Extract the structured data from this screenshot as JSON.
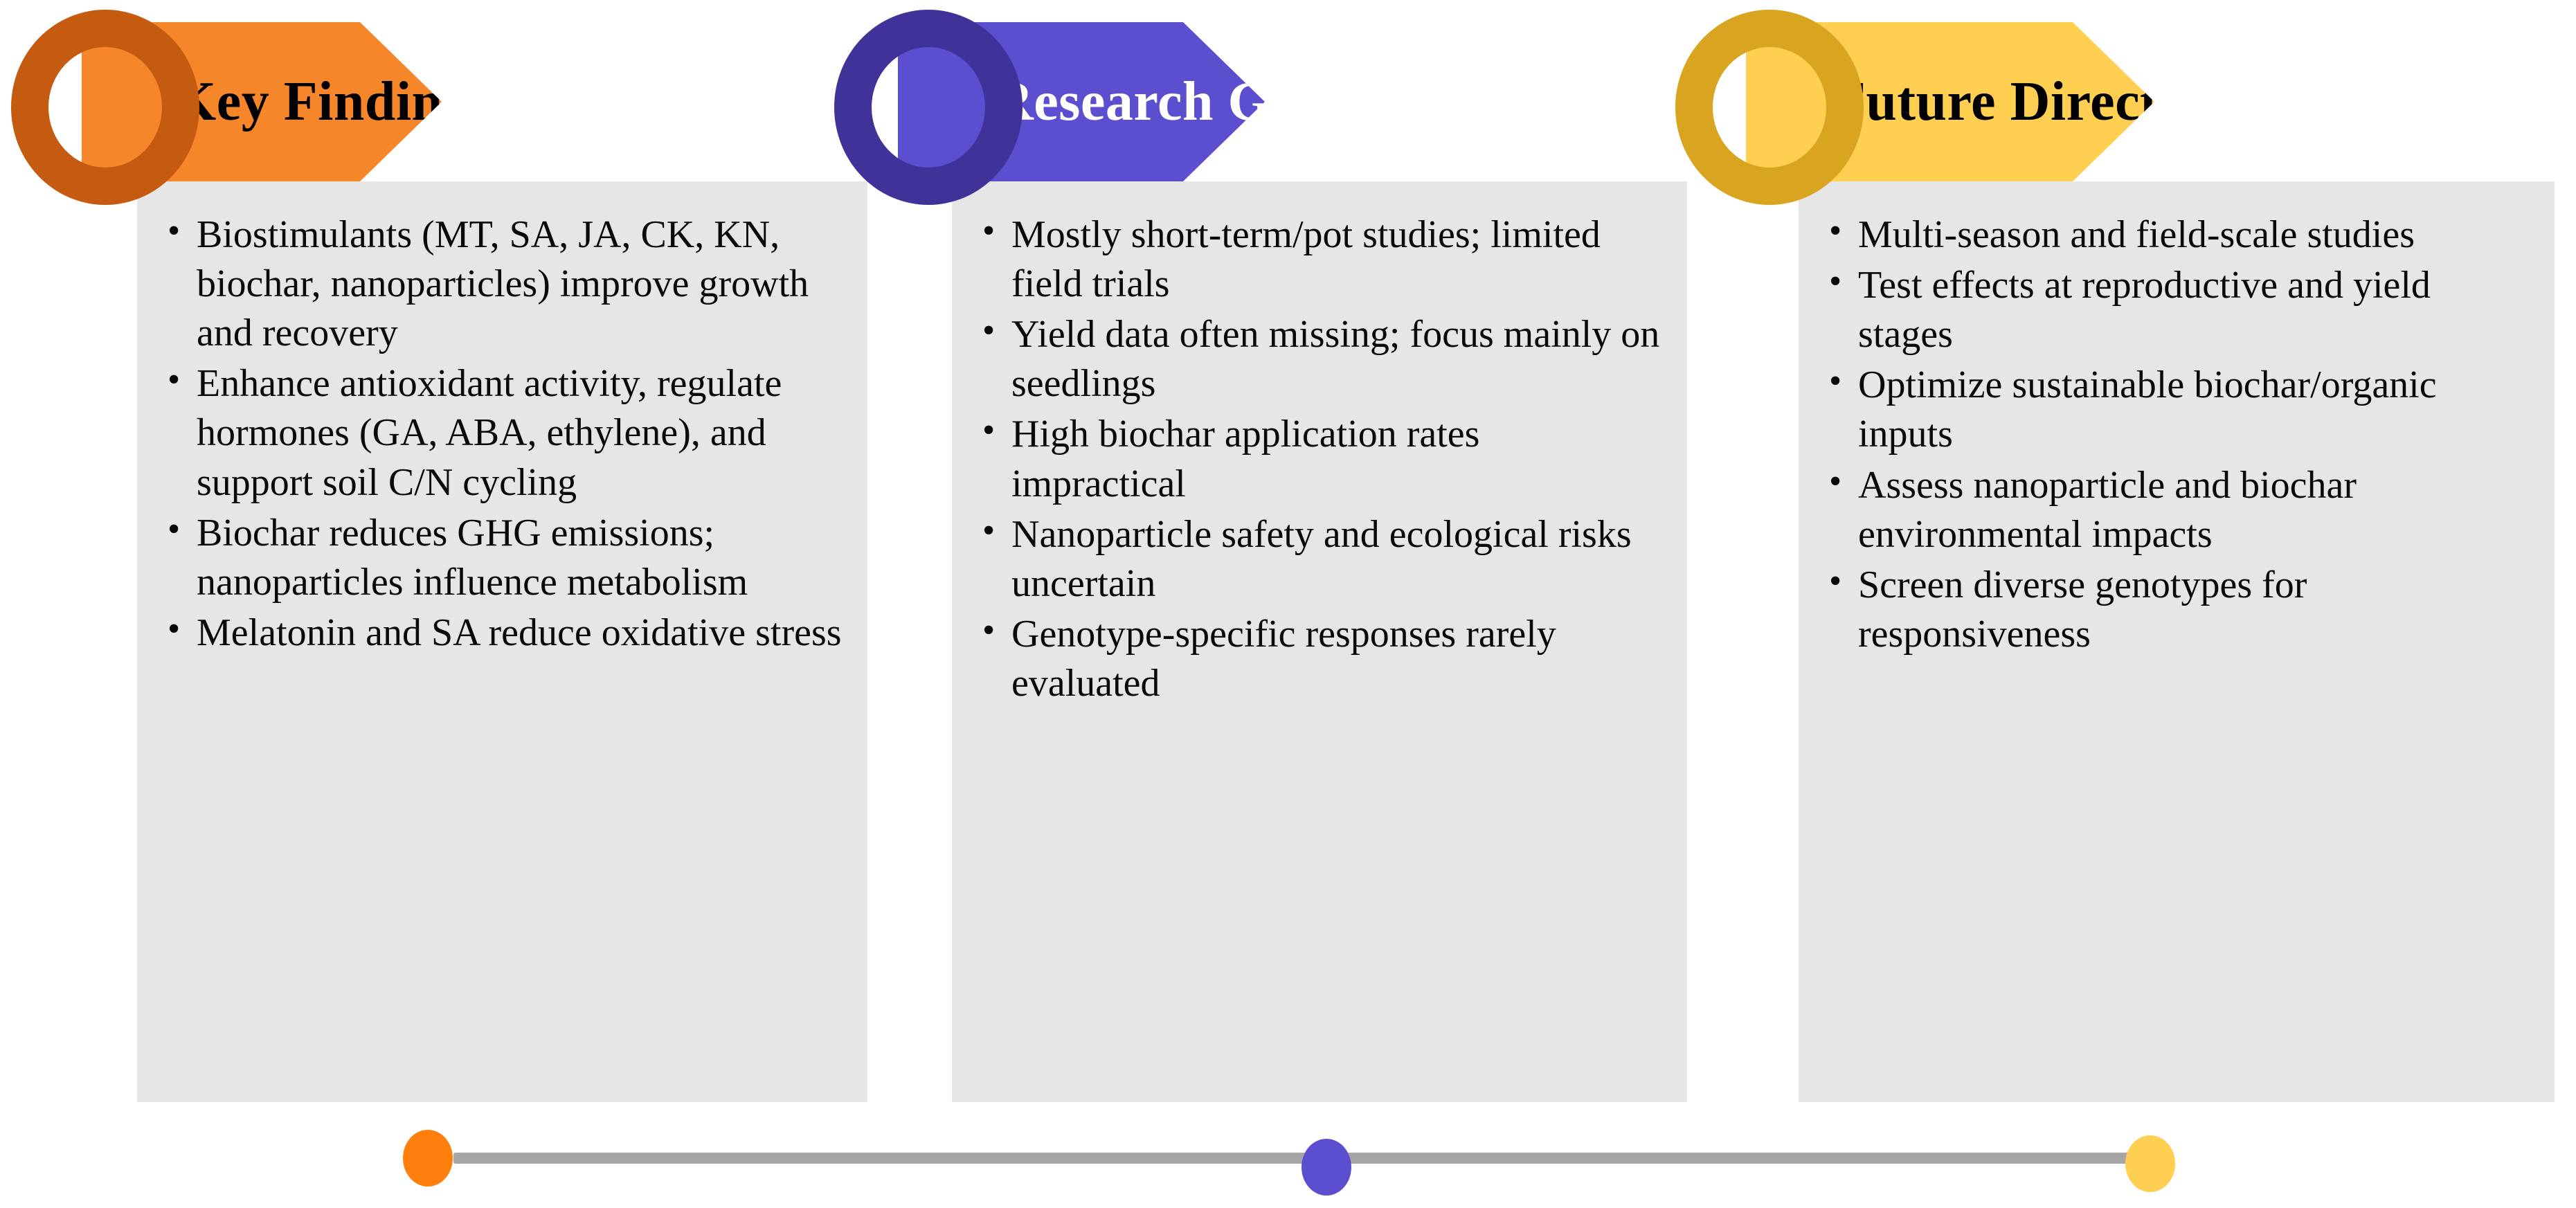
{
  "columns": [
    {
      "id": "key-finding",
      "title": "Key Finding",
      "banner_color": "#F5862A",
      "ring_color": "#C55A11",
      "title_color": "#000000",
      "dot_color": "#FF7F0E",
      "bullets": [
        "Biostimulants (MT, SA, JA, CK, KN, biochar, nanoparticles) improve growth and recovery",
        "Enhance antioxidant activity, regulate hormones (GA, ABA, ethylene), and support soil C/N cycling",
        "Biochar reduces GHG emissions; nanoparticles influence metabolism",
        "Melatonin and SA reduce oxidative stress"
      ]
    },
    {
      "id": "research-gaps",
      "title": "Research Gaps",
      "banner_color": "#5B4FD0",
      "ring_color": "#3F3399",
      "title_color": "#FFFFFF",
      "dot_color": "#5B4FD0",
      "bullets": [
        "Mostly short-term/pot studies; limited field trials",
        "Yield data often missing; focus mainly on seedlings",
        "High biochar application rates impractical",
        "Nanoparticle safety and ecological risks uncertain",
        "Genotype-specific responses rarely evaluated"
      ]
    },
    {
      "id": "future-directions",
      "title": "Future Directions",
      "banner_color": "#FFCF52",
      "ring_color": "#D9A520",
      "title_color": "#000000",
      "dot_color": "#FFCF52",
      "bullets": [
        "Multi-season and field-scale studies",
        "Test effects at reproductive and yield stages",
        "Optimize sustainable biochar/organic inputs",
        "Assess nanoparticle and biochar environmental impacts",
        "Screen diverse genotypes for responsiveness"
      ]
    }
  ],
  "timeline": {
    "line_color": "#A6A6A6",
    "dots": [
      "#FF7F0E",
      "#5B4FD0",
      "#FFCF52"
    ]
  },
  "panel_color": "#E7E6E6"
}
